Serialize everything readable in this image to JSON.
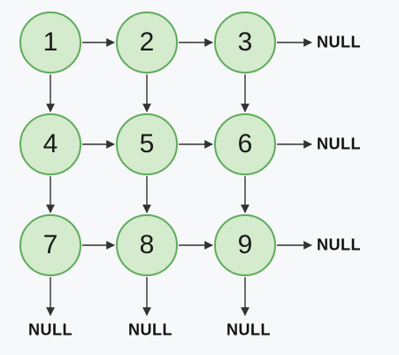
{
  "colors": {
    "background": "#f7f8fa",
    "node_fill": "#d4ebcd",
    "node_border": "#5fab5b",
    "arrow": "#333333",
    "text": "#111111"
  },
  "grid": [
    [
      "1",
      "2",
      "3"
    ],
    [
      "4",
      "5",
      "6"
    ],
    [
      "7",
      "8",
      "9"
    ]
  ],
  "null_label": "NULL",
  "right_nulls": [
    "NULL",
    "NULL",
    "NULL"
  ],
  "bottom_nulls": [
    "NULL",
    "NULL",
    "NULL"
  ]
}
